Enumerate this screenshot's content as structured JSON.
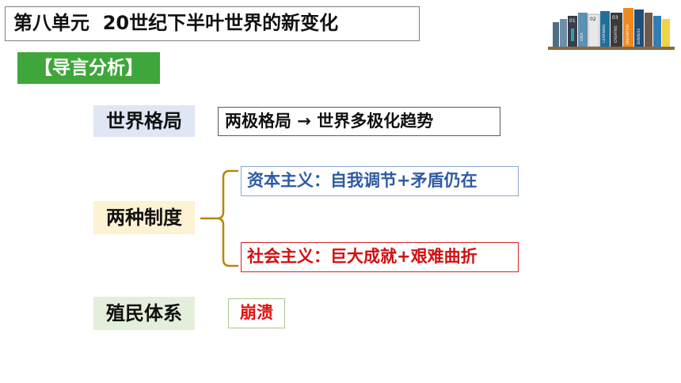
{
  "slide": {
    "title": "第八单元  20世纪下半叶世界的新变化",
    "guide_label": "【导言分析】"
  },
  "topics": [
    {
      "label": "世界格局",
      "content": "两极格局  →  世界多极化趋势"
    },
    {
      "label": "两种制度",
      "branches": [
        {
          "text": "资本主义：自我调节+矛盾仍在"
        },
        {
          "text": "社会主义：巨大成就+艰难曲折"
        }
      ]
    },
    {
      "label": "殖民体系",
      "content": "崩溃"
    }
  ],
  "bookshelf": {
    "spines": [
      "01",
      "02",
      "03",
      "IDEA",
      "LEARNING",
      "CREATIVE",
      "INNOVATION",
      "BUSINESS"
    ]
  },
  "colors": {
    "guide_green": "#3fa63c",
    "capitalism_blue": "#2e5aa6",
    "socialism_red": "#d20f0f",
    "collapse_red": "#e01010",
    "brace_gold": "#b8860b"
  }
}
